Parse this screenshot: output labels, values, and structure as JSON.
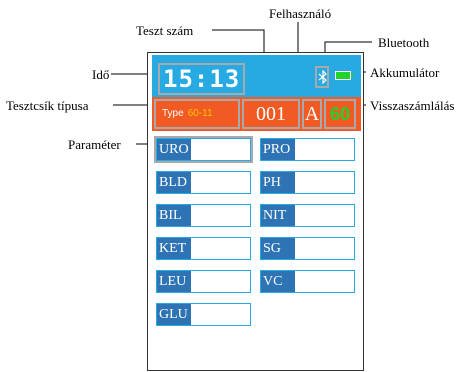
{
  "callouts": {
    "teszt_szam": "Teszt szám",
    "felhasznalo": "Felhasználó",
    "bluetooth": "Bluetooth",
    "ido": "Idő",
    "akkumulator": "Akkumulátor",
    "tesztcsik_tipusa": "Tesztcsík típusa",
    "visszaszamlalas": "Visszaszámlálás",
    "parameter": "Paraméter"
  },
  "screen": {
    "time": "15:13",
    "type_label": "Type",
    "type_value": "60-11",
    "test_number": "001",
    "user": "A",
    "countdown": "60",
    "params_left": [
      "URO",
      "BLD",
      "BIL",
      "KET",
      "LEU",
      "GLU"
    ],
    "params_right": [
      "PRO",
      "PH",
      "NIT",
      "SG",
      "VC"
    ]
  },
  "colors": {
    "status_bar": "#27a9e1",
    "orange_bar": "#f15a22",
    "param_label": "#2e74b5",
    "countdown": "#22d12a",
    "battery": "#22d12a"
  },
  "icons": [
    "bluetooth-icon",
    "battery-icon"
  ]
}
